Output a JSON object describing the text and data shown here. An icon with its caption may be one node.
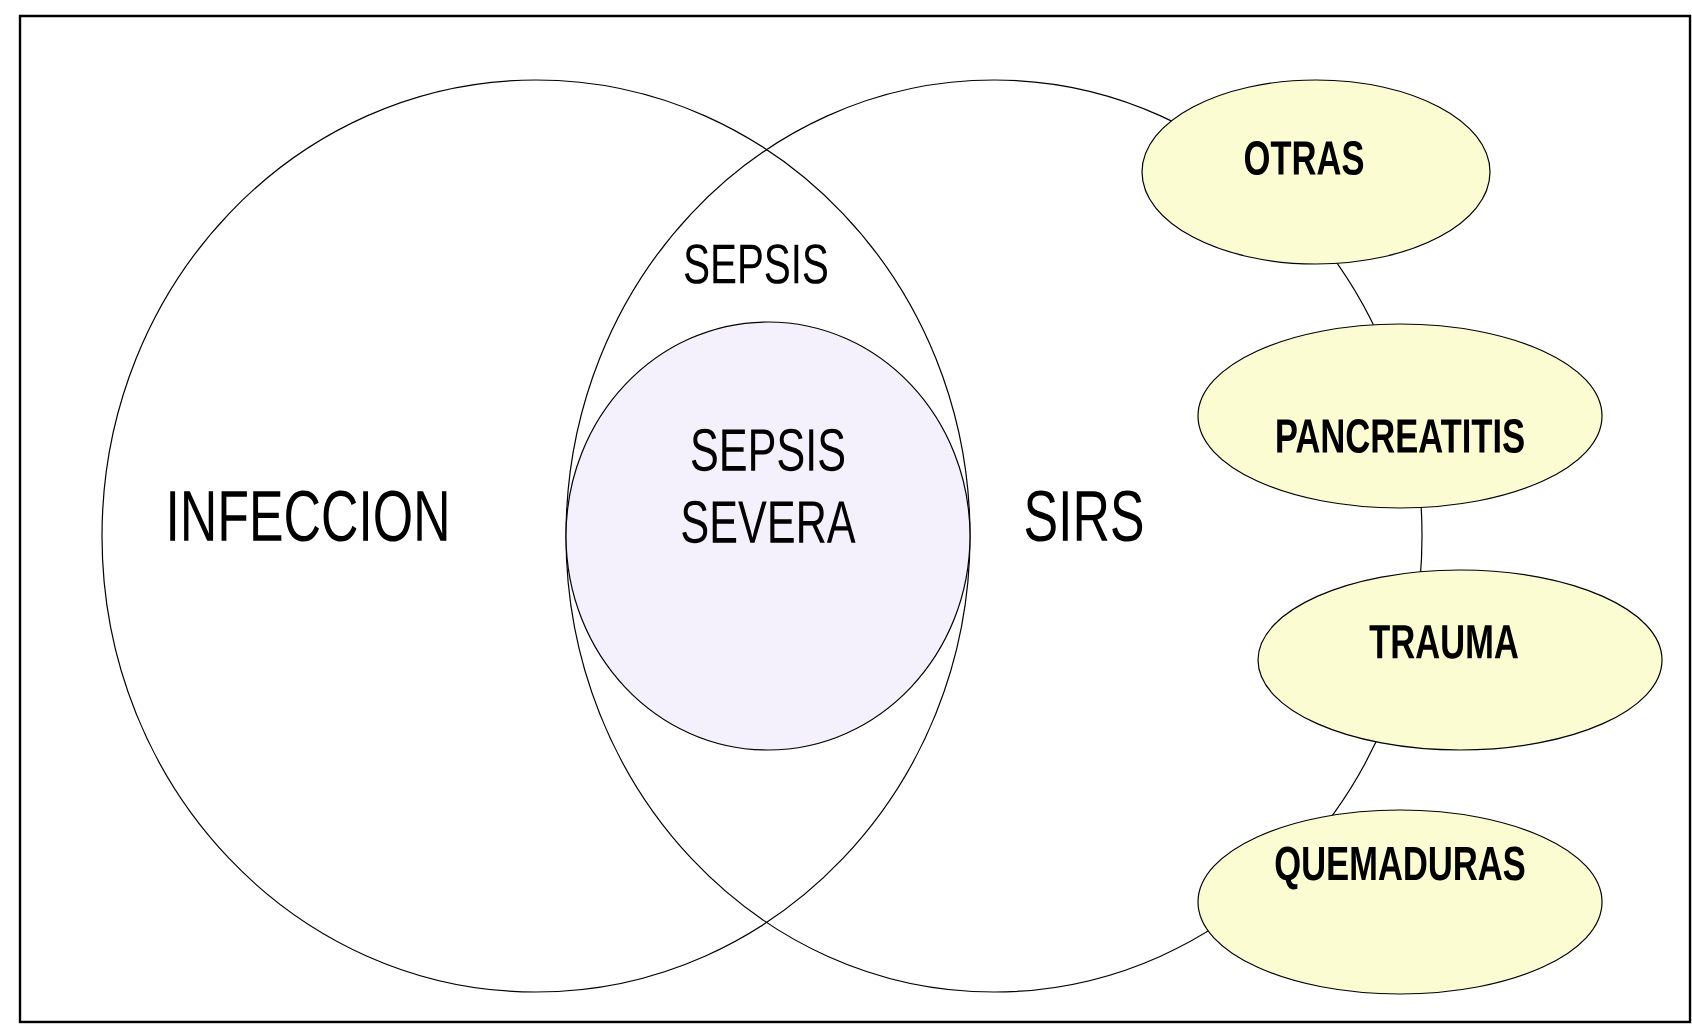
{
  "diagram": {
    "nodes": [
      {
        "text": [
          "INFECCION"
        ]
      },
      {
        "text": [
          "SIRS"
        ]
      },
      {
        "text": [
          "SEPSIS SEVERA"
        ]
      },
      {
        "text": [
          "OTRAS"
        ]
      },
      {
        "text": [
          "PANCREATITIS"
        ]
      },
      {
        "text": [
          "TRAUMA"
        ]
      },
      {
        "text": [
          "QUEMADURAS"
        ]
      }
    ],
    "labels": [
      "SEPSIS"
    ]
  }
}
